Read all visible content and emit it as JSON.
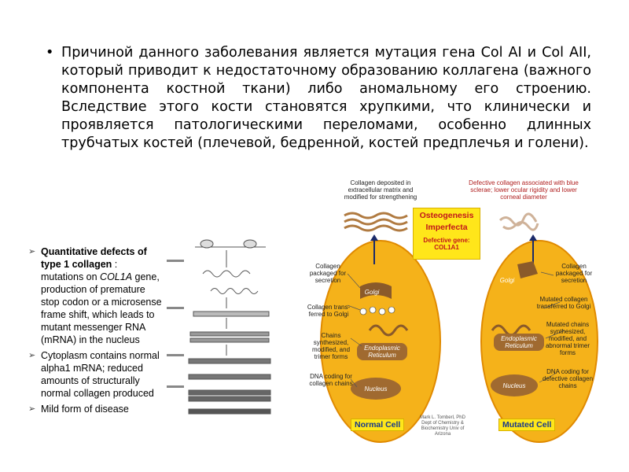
{
  "main": {
    "bullet": "•",
    "paragraph": "Причиной данного заболевания является мутация гена Col AI и Col AII, который приводит к недостаточному образованию коллагена (важного компонента костной ткани) либо аномальному его строению. Вследствие этого кости становятся хрупкими, что клинически и проявляется патологическими переломами, особенно длинных трубчатых костей (плечевой, бедренной, костей предплечья и голени)."
  },
  "left_panel": {
    "item1_bold": "Quantitative defects of type 1 collagen",
    "item1_a": " : mutations on ",
    "item1_gene": "COL1A",
    "item1_b": " gene, production of premature stop codon or a microsense frame shift, which leads to mutant messenger RNA (mRNA) in the nucleus",
    "item2": "Cytoplasm contains normal alpha1 mRNA; reduced amounts of structurally normal collagen produced",
    "item3": "Mild form of disease"
  },
  "cells": {
    "top_left": "Collagen deposited in extracellular matrix and modified for strengthening",
    "top_right": "Defective collagen associated with blue sclerae; lower ocular rigidity and lower corneal diameter",
    "oi_title1": "Osteogenesis",
    "oi_title2": "Imperfecta",
    "oi_sub1": "Defective gene:",
    "oi_sub2": "COL1A1",
    "normal_golgi_label": "Collagen packaged for secretion",
    "normal_transfer": "Collagen trans- ferred to Golgi",
    "normal_chains": "Chains synthesized, modified, and trimer forms",
    "normal_dna": "DNA coding for collagen chains",
    "mut_golgi_label": "Collagen packaged for secretion",
    "mut_transfer": "Mutated collagen transferred to Golgi",
    "mut_chains": "Mutated chains synthesized, modified, and abnormal trimer forms",
    "mut_dna": "DNA coding for defective collagen chains",
    "golgi": "Golgi",
    "er1": "Endoplasmic",
    "er2": "Reticulum",
    "nucleus": "Nucleus",
    "normal_cell": "Normal Cell",
    "mutated_cell": "Mutated Cell",
    "credit": "Mark L. Tomberl, PhD Dept of Chemistry & Biochemistry Univ of Arizona"
  },
  "colors": {
    "cell": "#f5b21a",
    "cell_edge": "#e08a00",
    "badge": "#ffe61a",
    "title_red": "#c2161b"
  }
}
